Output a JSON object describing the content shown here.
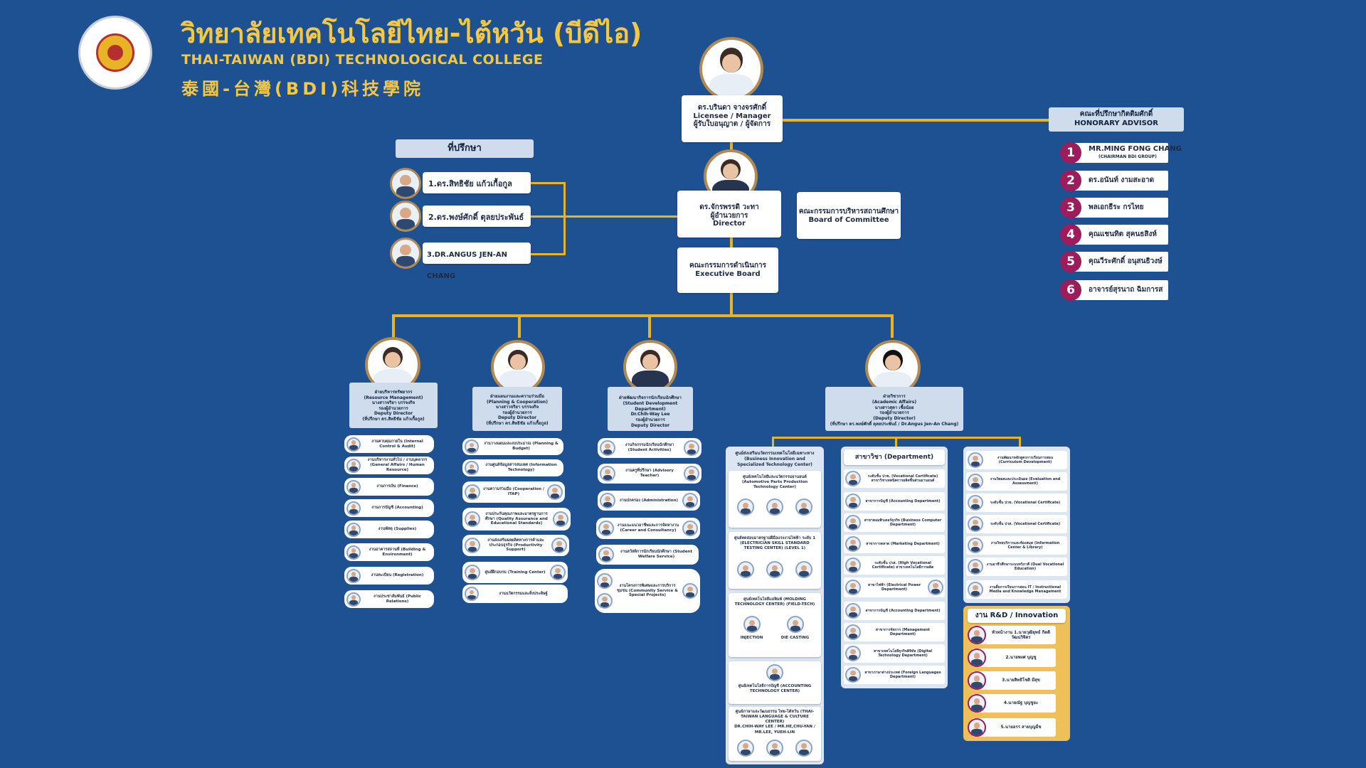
{
  "colors": {
    "background": "#1e5192",
    "connector": "#e8b324",
    "number_badge": "#9c1c5c",
    "title": "#f4c842",
    "photo_ring": "#b08a52"
  },
  "header": {
    "title_th": "วิทยาลัยเทคโนโลยีไทย-ไต้หวัน (บีดีไอ)",
    "title_en": "THAI-TAIWAN (BDI) TECHNOLOGICAL COLLEGE",
    "title_cn": "泰國-台灣(BDI)科技學院",
    "logo_icon": "college-seal-icon"
  },
  "licensee": {
    "name": "ดร.บรินดา จางจรศักดิ์",
    "role_en": "Licensee / Manager",
    "role_th": "ผู้รับใบอนุญาต / ผู้จัดการ"
  },
  "director": {
    "name": "ดร.จักรพรรดิ วะทา",
    "role_th": "ผู้อำนวยการ",
    "role_en": "Director"
  },
  "board_of_committee": {
    "th": "คณะกรรมการบริหารสถานศึกษา",
    "en": "Board of Committee"
  },
  "executive_board": {
    "th": "คณะกรรมการดำเนินการ",
    "en": "Executive Board"
  },
  "advisors": {
    "title": "ที่ปรึกษา",
    "items": [
      "1.ดร.สิทธิชัย แก้วเกื้อกูล",
      "2.ดร.พงษ์ศักดิ์ ตุลยประพันธ์",
      "3.DR.ANGUS JEN-AN CHANG"
    ]
  },
  "honorary": {
    "title_th": "คณะที่ปรึกษากิตติมศักดิ์",
    "title_en": "HONORARY ADVISOR",
    "items": [
      {
        "num": "1",
        "name": "MR.MING FONG CHANG",
        "sub": "(CHAIRMAN BDI GROUP)"
      },
      {
        "num": "2",
        "name": "ดร.อนันท์ งามสะอาด",
        "sub": ""
      },
      {
        "num": "3",
        "name": "พลเอกธีระ กรไทย",
        "sub": ""
      },
      {
        "num": "4",
        "name": "คุณแชนทิต สุคนธสิงห์",
        "sub": ""
      },
      {
        "num": "5",
        "name": "คุณวีระศักดิ์ อนุสนธิวงษ์",
        "sub": ""
      },
      {
        "num": "6",
        "name": "อาจารย์สุรนาถ ฉิมการส",
        "sub": ""
      }
    ]
  },
  "departments": [
    {
      "name_th": "ฝ่ายบริหารทรัพยากร",
      "name_en": "(Resource Management)",
      "person": "นางสาวจริยา บรรจงกิจ",
      "role": "รองผู้อำนวยการ",
      "role_en": "Deputy Director",
      "note": "(ที่ปรึกษา ดร.สิทธิชัย แก้วเกื้อกูล)"
    },
    {
      "name_th": "ฝ่ายแผนงานและความร่วมมือ",
      "name_en": "(Planning & Cooperation)",
      "person": "นางสาวจริยา บรรจงกิจ",
      "role": "รองผู้อำนวยการ",
      "role_en": "Deputy Director",
      "note": "(ที่ปรึกษา ดร.สิทธิชัย แก้วเกื้อกูล)"
    },
    {
      "name_th": "ฝ่ายพัฒนากิจการนักเรียนนักศึกษา",
      "name_en": "(Student Development Department)",
      "person": "Dr.Chih-Way Lee",
      "role": "รองผู้อำนวยการ",
      "role_en": "Deputy Director",
      "note": ""
    },
    {
      "name_th": "ฝ่ายวิชาการ",
      "name_en": "(Academic Affairs)",
      "person": "นางสาวสุดา เชื้อน้อย",
      "role": "รองผู้อำนวยการ",
      "role_en": "(Deputy Director)",
      "note": "(ที่ปรึกษา ดร.พงษ์ศักดิ์ ตุลยประพันธ์ / Dr.Angus Jen-An Chang)"
    }
  ],
  "col1_items": [
    "งานควบคุมภายใน (Internal Control & Audit)",
    "งานบริหารงานทั่วไป / งานบุคลากร (General Affairs / Human Resource)",
    "งานการเงิน (Finance)",
    "งานการบัญชี (Accounting)",
    "งานพัสดุ (Supplies)",
    "งานอาคารสถานที่ (Building & Environment)",
    "งานทะเบียน (Registration)",
    "งานประชาสัมพันธ์ (Public Relations)"
  ],
  "col2_items": [
    "งานวางแผนและงบประมาณ (Planning & Budget)",
    "งานศูนย์ข้อมูลสารสนเทศ (Information Technology)",
    "งานความร่วมมือ (Cooperation / ITAP)",
    "งานประกันคุณภาพและมาตรฐานการศึกษา (Quality Assurance and Educational Standards)",
    "งานส่งเสริมผลผลิตทางการค้าและประกอบธุรกิจ (Productivity Support)",
    "ศูนย์ฝึกอบรม (Training Center)",
    "งานนวัตกรรมและสิ่งประดิษฐ์"
  ],
  "col3_items": [
    "งานกิจกรรมนักเรียนนักศึกษา (Student Activities)",
    "งานครูที่ปรึกษา (Advisory Teacher)",
    "งานปกครอง (Administration)",
    "งานแนะแนวอาชีพและการจัดหางาน (Career and Consultancy)",
    "งานสวัสดิการนักเรียนนักศึกษา (Student Welfare Service)",
    "งานโครงการพิเศษและการบริการชุมชน (Community Service & Special Projects)"
  ],
  "col4_title": "ศูนย์ส่งเสริมนวัตกรรมเทคโนโลยีเฉพาะทาง (Business Innovation and Specialized Technology Center)",
  "col4_items": [
    {
      "label": "ศูนย์เทคโนโลยีและนวัตกรรมยานยนต์ (Automotive Parts Production Technology Center)"
    },
    {
      "label": "ศูนย์ทดสอบมาตรฐานฝีมือแรงงานไฟฟ้า ระดับ 1 (ELECTRICIAN SKILL STANDARD TESTING CENTER) (LEVEL 1)"
    },
    {
      "label": "ศูนย์เทคโนโลยีแม่พิมพ์ (MOLDING TECHNOLOGY CENTER) (FIELD-TECH)"
    },
    {
      "label": "INJECTION"
    },
    {
      "label": "DIE CASTING"
    },
    {
      "label": "ศูนย์เทคโนโลยีการบัญชี (ACCOUNTING TECHNOLOGY CENTER)"
    },
    {
      "label": "ศูนย์ภาษาและวัฒนธรรม ไทย-ไต้หวัน (THAI-TAIWAN LANGUAGE & CULTURE CENTER)"
    },
    {
      "label": "DR.CHIH-WAY LEE / MR.HE,CHU-YAN / MR.LEE, YUEH-LIN"
    }
  ],
  "col5_title": "สาขาวิชา (Department)",
  "col5_items": [
    "ระดับชั้น ปวช. (Vocational Certificate) สาขาวิชาเทคนิคการผลิตชิ้นส่วนยานยนต์",
    "สาขาการบัญชี (Accounting Department)",
    "สาขาคอมพิวเตอร์ธุรกิจ (Business Computer Department)",
    "สาขาการตลาด (Marketing Department)",
    "ระดับชั้น ปวส. (High Vocational Certificate) สาขาเทคโนโลยีการผลิต",
    "สาขาไฟฟ้า (Electrical Power Department)",
    "สาขาการบัญชี (Accounting Department)",
    "สาขาการจัดการ (Management Department)",
    "สาขาเทคโนโลยีธุรกิจดิจิทัล (Digital Technology Department)",
    "สาขาภาษาต่างประเทศ (Foreign Languages Department)"
  ],
  "col6_items": [
    "งานพัฒนาหลักสูตรการเรียนการสอน (Curriculum Development)",
    "งานวัดผลและประเมินผล (Evaluation and Assessment)",
    "ระดับชั้น ปวช. (Vocational Certificate)",
    "ระดับชั้น ปวส. (Vocational Certificate)",
    "งานวิทยบริการและห้องสมุด (Information Center & Library)",
    "งานอาชีวศึกษาระบบทวิภาคี (Dual Vocational Education)",
    "งานสื่อการเรียนการสอน IT / Instructional Media and Knowledge Management"
  ],
  "rd": {
    "title": "งาน R&D / Innovation",
    "items": [
      "หัวหน้างาน 1.นายวุฒิยุทธ์ กิตติวัฒนวิจิตร",
      "2.นายพงศ บุญชู",
      "3.นายสิทธิโชติ มีสุข",
      "4.นายณัฐ บุญชูยะ",
      "5.นายอรร สายบุญมีช"
    ]
  }
}
